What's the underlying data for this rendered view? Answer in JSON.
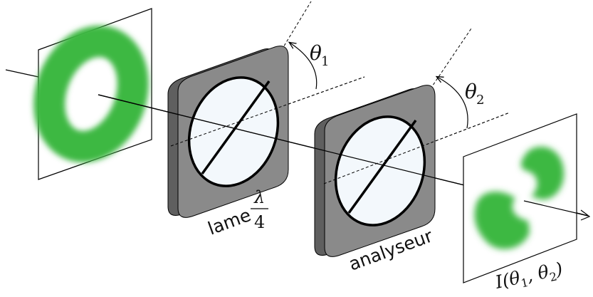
{
  "labels": {
    "theta1": "θ",
    "theta1_sub": "1",
    "theta2": "θ",
    "theta2_sub": "2",
    "lame": "lame",
    "lambda": "λ",
    "four": "4",
    "analyseur": "analyseur",
    "intensity": "I(θ",
    "intensity_sub1": "1",
    "intensity_mid": ", θ",
    "intensity_sub2": "2",
    "intensity_close": ")"
  },
  "colors": {
    "beam": "#3cb843",
    "plate_front": "#8a8a8a",
    "plate_back": "#5f5f5f",
    "lens_fill": "#f3f8fc",
    "line": "#000000"
  }
}
